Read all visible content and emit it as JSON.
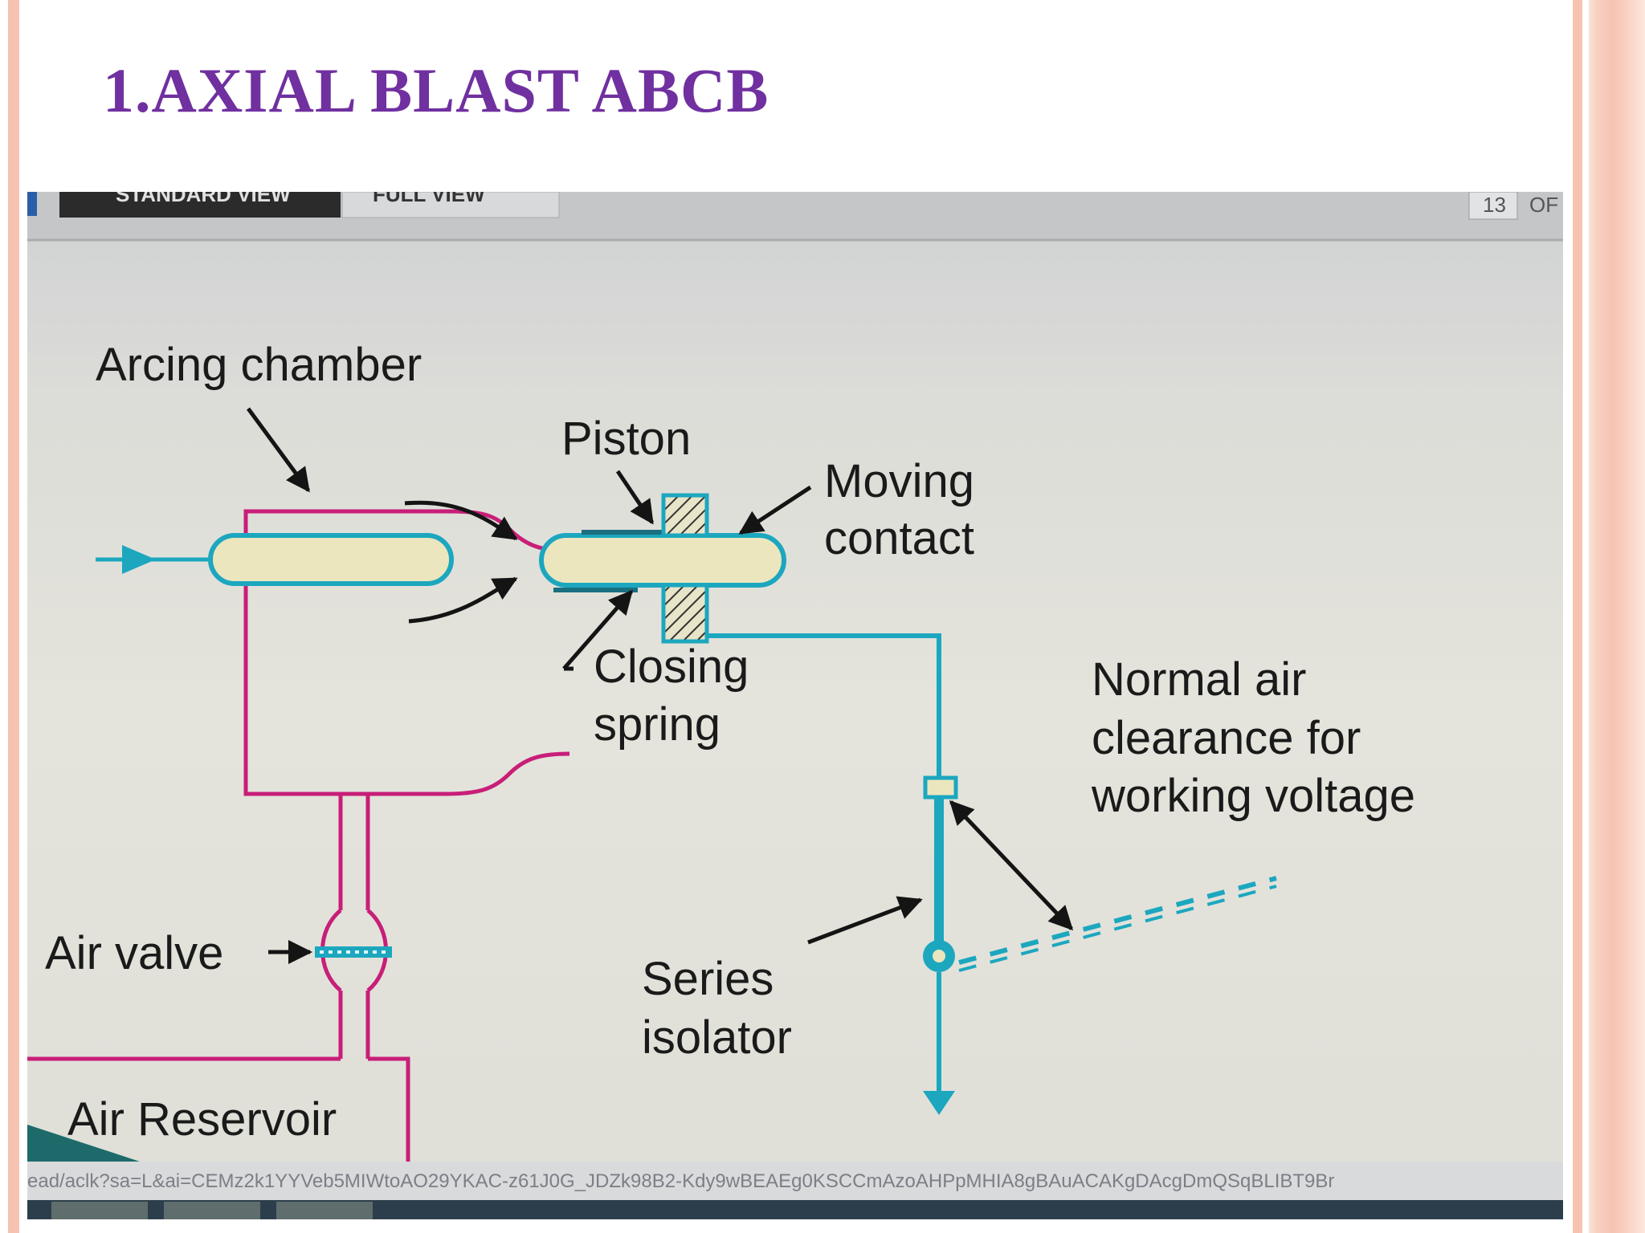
{
  "slide": {
    "title": "1.AXIAL BLAST ABCB"
  },
  "browser": {
    "tab_standard": "STANDARD VIEW",
    "tab_full": "FULL VIEW",
    "page_number": "13",
    "page_of": "OF",
    "status_url": "ead/aclk?sa=L&ai=CEMz2k1YYVeb5MIWtoAO29YKAC-z61J0G_JDZk98B2-Kdy9wBEAEg0KSCCmAzoAHPpMHIA8gBAuACAKgDAcgDmQSqBLIBT9Br"
  },
  "diagram": {
    "labels": {
      "arcing_chamber": "Arcing chamber",
      "piston": "Piston",
      "moving_contact_1": "Moving",
      "moving_contact_2": "contact",
      "closing_spring_1": "Closing",
      "closing_spring_2": "spring",
      "normal_air_1": "Normal air",
      "normal_air_2": "clearance for",
      "normal_air_3": "working voltage",
      "air_valve": "Air valve",
      "air_reservoir": "Air Reservoir",
      "series_isolator_1": "Series",
      "series_isolator_2": "isolator"
    },
    "colors": {
      "chamber": "#c81e78",
      "conductor": "#1ca7bf",
      "contact_fill": "#ece6bf",
      "arrow": "#141414",
      "title": "#7030a0"
    }
  }
}
